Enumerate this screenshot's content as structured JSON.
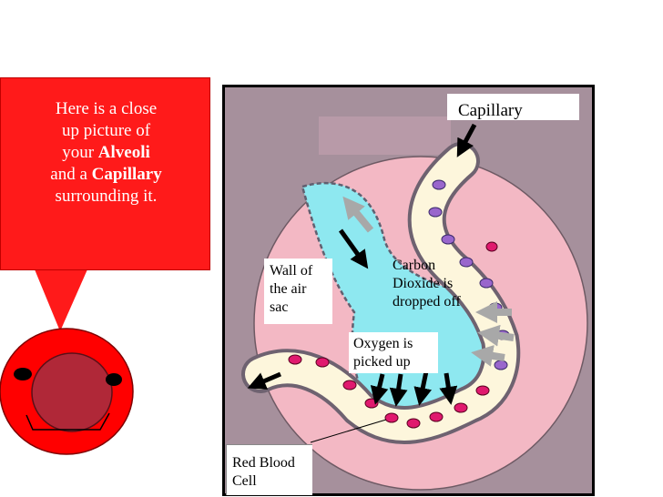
{
  "callout": {
    "line1": "Here is a close",
    "line2": "up picture of",
    "line3_prefix": "your ",
    "line3_bold": "Alveoli",
    "line4_prefix": "and a ",
    "line4_bold": "Capillary",
    "line5": "surrounding it."
  },
  "labels": {
    "capillary": "Capillary",
    "wall_line1": "Wall of",
    "wall_line2": "the air",
    "wall_line3": "sac",
    "co2_line1": "Carbon",
    "co2_line2": "Dioxide is",
    "co2_line3": "dropped off",
    "o2_line1": "Oxygen is",
    "o2_line2": "picked up",
    "rbc_line1": "Red Blood",
    "rbc_line2": "Cell"
  },
  "colors": {
    "callout_red": "#ff1a1a",
    "frame_mauve": "#a6909c",
    "tissue_pink": "#f3b8c4",
    "air_cyan": "#8ee8f0",
    "capillary_cream": "#fdf6dc",
    "deoxygenated_cell": "#9966cc",
    "oxygenated_cell": "#e0196e"
  }
}
